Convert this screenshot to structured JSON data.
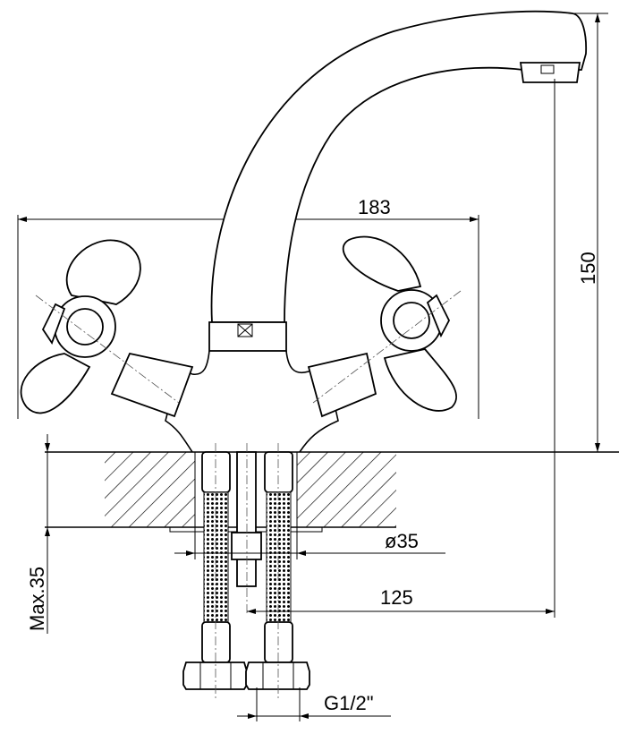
{
  "title": "Dual-handle basin mixer technical drawing",
  "dimensions": {
    "width": "183",
    "height": "150",
    "hole_diameter": "ø35",
    "spout_reach": "125",
    "max_thickness": "Max.35",
    "thread": "G1/2\""
  },
  "colors": {
    "line": "#000000",
    "background": "#ffffff"
  }
}
